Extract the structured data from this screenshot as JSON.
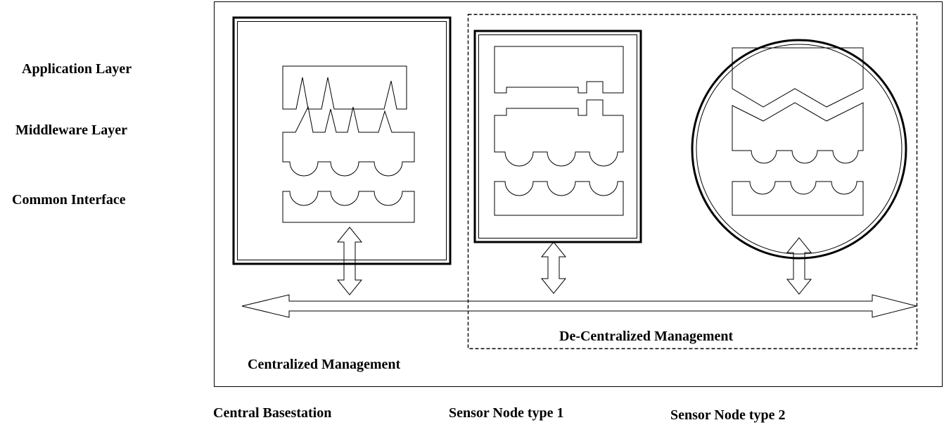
{
  "layers": {
    "application": "Application Layer",
    "middleware": "Middleware Layer",
    "common": "Common Interface"
  },
  "management": {
    "centralized": "Centralized Management",
    "decentralized": "De-Centralized Management"
  },
  "nodes": {
    "basestation": "Central Basestation",
    "sensor1": "Sensor Node type 1",
    "sensor2": "Sensor Node type 2"
  }
}
